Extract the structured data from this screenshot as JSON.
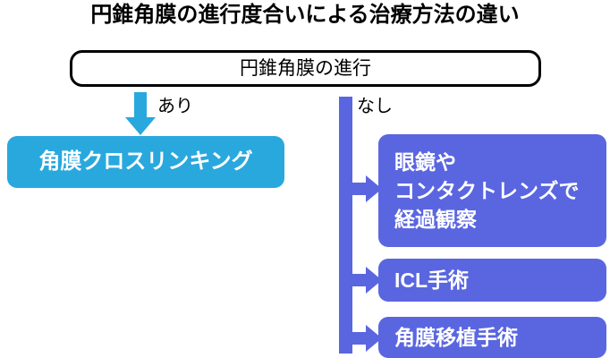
{
  "title": "円錐角膜の進行度合いによる治療方法の違い",
  "root": {
    "label": "円錐角膜の進行"
  },
  "branches": {
    "left": {
      "label": "あり",
      "arrow_icon": "down-arrow-icon",
      "node": {
        "label": "角膜クロスリンキング"
      }
    },
    "right": {
      "label": "なし",
      "arrow_icon": "right-arrow-icon",
      "nodes": [
        {
          "lines": [
            "眼鏡や",
            "コンタクトレンズで",
            "経過観察"
          ]
        },
        {
          "lines": [
            "ICL手術"
          ]
        },
        {
          "lines": [
            "角膜移植手術"
          ]
        }
      ]
    }
  },
  "colors": {
    "background": "#ffffff",
    "text_dark": "#000000",
    "text_light": "#ffffff",
    "left_accent": "#29a8de",
    "right_accent": "#5a66e0",
    "root_border": "#000000"
  }
}
